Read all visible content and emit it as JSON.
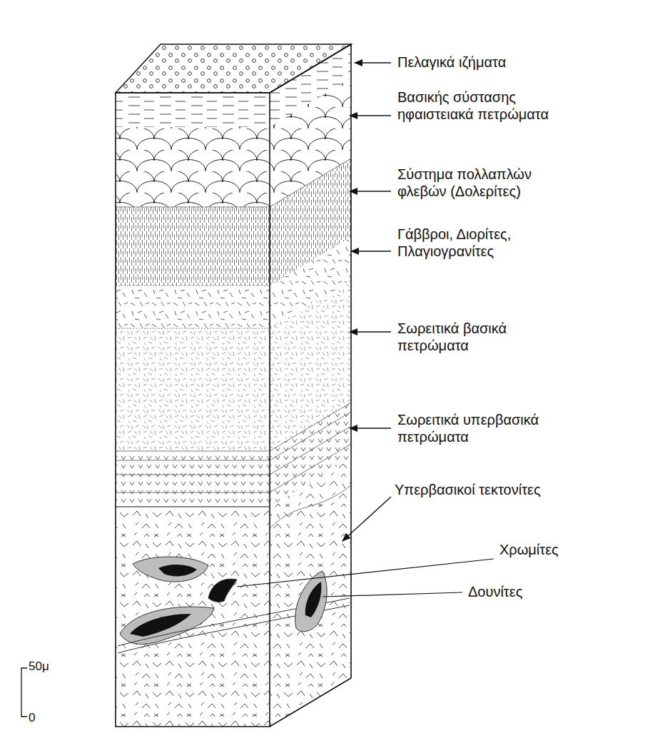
{
  "diagram": {
    "labels": [
      "Πελαγικά ιζήματα",
      "Βασικής σύστασης ηφαιστειακά πετρώματα",
      "Σύστημα πολλαπλών φλεβών (Δολερίτες)",
      "Γάββροι, Διορίτες, Πλαγιογρανίτες",
      "Σωρειτικά βασικά πετρώματα",
      "Σωρειτικά υπερβασικά πετρώματα",
      "Υπερβασικοί τεκτονίτες",
      "Χρωμίτες",
      "Δουνίτες",
      "50μ",
      "0"
    ]
  }
}
